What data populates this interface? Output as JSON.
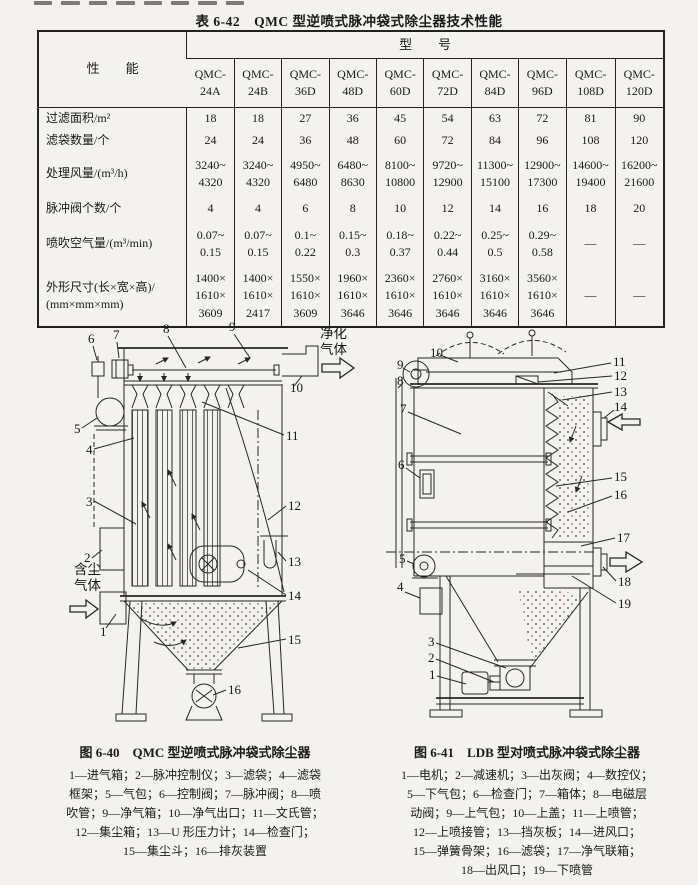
{
  "table": {
    "caption": "表 6-42　QMC 型逆喷式脉冲袋式除尘器技术性能",
    "header_perf": "性　　能",
    "header_model": "型　　号",
    "models": [
      "QMC-\n24A",
      "QMC-\n24B",
      "QMC-\n36D",
      "QMC-\n48D",
      "QMC-\n60D",
      "QMC-\n72D",
      "QMC-\n84D",
      "QMC-\n96D",
      "QMC-\n108D",
      "QMC-\n120D"
    ],
    "rows": [
      {
        "label": "过滤面积/m²",
        "values": [
          "18",
          "18",
          "27",
          "36",
          "45",
          "54",
          "63",
          "72",
          "81",
          "90"
        ]
      },
      {
        "label": "滤袋数量/个",
        "values": [
          "24",
          "24",
          "36",
          "48",
          "60",
          "72",
          "84",
          "96",
          "108",
          "120"
        ]
      },
      {
        "label": "处理风量/(m³/h)",
        "values": [
          "3240~\n4320",
          "3240~\n4320",
          "4950~\n6480",
          "6480~\n8630",
          "8100~\n10800",
          "9720~\n12900",
          "11300~\n15100",
          "12900~\n17300",
          "14600~\n19400",
          "16200~\n21600"
        ]
      },
      {
        "label": "脉冲阀个数/个",
        "values": [
          "4",
          "4",
          "6",
          "8",
          "10",
          "12",
          "14",
          "16",
          "18",
          "20"
        ]
      },
      {
        "label": "喷吹空气量/(m³/min)",
        "values": [
          "0.07~\n0.15",
          "0.07~\n0.15",
          "0.1~\n0.22",
          "0.15~\n0.3",
          "0.18~\n0.37",
          "0.22~\n0.44",
          "0.25~\n0.5",
          "0.29~\n0.58",
          "—",
          "—"
        ]
      },
      {
        "label": "外形尺寸(长×宽×高)/\n(mm×mm×mm)",
        "values": [
          "1400×\n1610×\n3609",
          "1400×\n1610×\n2417",
          "1550×\n1610×\n3609",
          "1960×\n1610×\n3646",
          "2360×\n1610×\n3646",
          "2760×\n1610×\n3646",
          "3160×\n1610×\n3646",
          "3560×\n1610×\n3646",
          "—",
          "—"
        ]
      }
    ]
  },
  "figure_left": {
    "caption_title": "图 6-40　QMC 型逆喷式脉冲袋式除尘器",
    "caption_legend": "1—进气箱；2—脉冲控制仪；3—滤袋；4—滤袋\n框架；5—气包；6—控制阀；7—脉冲阀；8—喷\n吹管；9—净气箱；10—净气出口；11—文氏管；\n12—集尘箱；13—U 形压力计；14—检查门；\n15—集尘斗；16—排灰装置",
    "flow_out": [
      "净化",
      "气体"
    ],
    "flow_in": [
      "含尘",
      "气体"
    ],
    "callouts": [
      "1",
      "2",
      "3",
      "4",
      "5",
      "6",
      "7",
      "8",
      "9",
      "10",
      "11",
      "12",
      "13",
      "14",
      "15",
      "16"
    ]
  },
  "figure_right": {
    "caption_title": "图 6-41　LDB 型对喷式脉冲袋式除尘器",
    "caption_legend": "1—电机；2—减速机；3—出灰阀；4—数控仪；\n5—下气包；6—检查门；7—箱体；8—电磁层\n动阀；9—上气包；10—上盖；11—上喷管；\n12—上喷接管；13—挡灰板；14—进风口；\n15—弹簧骨架；16—滤袋；17—净气联箱；\n18—出风口；19—下喷管",
    "callouts": [
      "1",
      "2",
      "3",
      "4",
      "5",
      "6",
      "7",
      "8",
      "9",
      "10",
      "11",
      "12",
      "13",
      "14",
      "15",
      "16",
      "17",
      "18",
      "19"
    ]
  }
}
